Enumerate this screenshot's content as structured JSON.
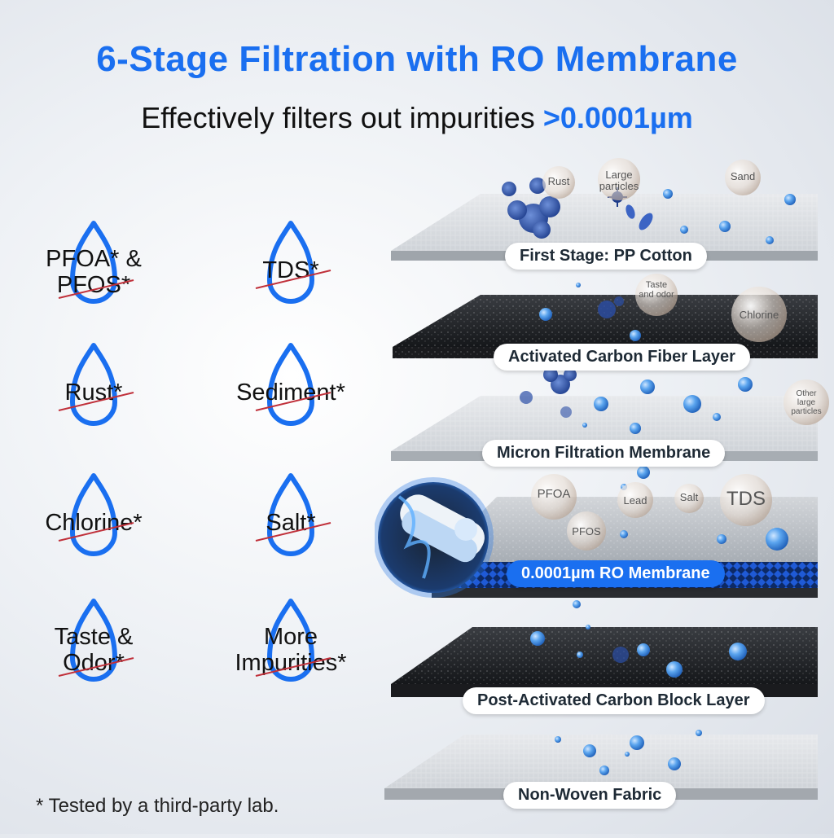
{
  "header": {
    "title": "6-Stage Filtration with RO Membrane",
    "subtitle_prefix": "Effectively filters out impurities ",
    "subtitle_highlight": ">0.0001µm"
  },
  "impurities": [
    {
      "line1": "PFOA* &",
      "line2": "PFOS*"
    },
    {
      "line1": "TDS*",
      "line2": ""
    },
    {
      "line1": "Rust*",
      "line2": ""
    },
    {
      "line1": "Sediment*",
      "line2": ""
    },
    {
      "line1": "Chlorine*",
      "line2": ""
    },
    {
      "line1": "Salt*",
      "line2": ""
    },
    {
      "line1": "Taste &",
      "line2": "Odor*"
    },
    {
      "line1": "More",
      "line2": "Impurities*"
    }
  ],
  "footnote": "* Tested by a third-party lab.",
  "layers": [
    {
      "label": "First Stage: PP Cotton"
    },
    {
      "label": "Activated Carbon Fiber Layer"
    },
    {
      "label": "Micron Filtration Membrane"
    },
    {
      "label": "0.0001µm RO Membrane"
    },
    {
      "label": "Post-Activated Carbon Block Layer"
    },
    {
      "label": "Non-Woven Fabric"
    }
  ],
  "particles": {
    "rust": "Rust",
    "large": "Large particles",
    "sand": "Sand",
    "taste": "Taste and odor",
    "chlorine": "Chlorine",
    "other": "Other large particles",
    "pfoa": "PFOA",
    "lead": "Lead",
    "salt": "Salt",
    "tds": "TDS",
    "pfos": "PFOS"
  },
  "colors": {
    "accent": "#1a6ff0",
    "drop": "#1a6ff0",
    "strike": "#c0303a"
  }
}
